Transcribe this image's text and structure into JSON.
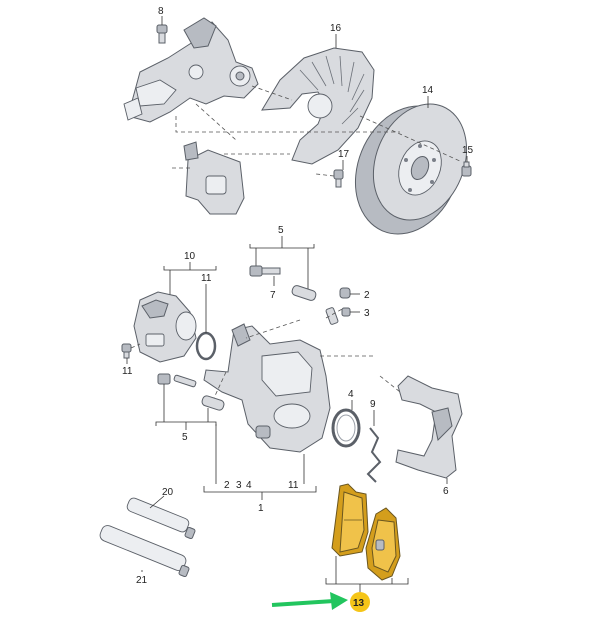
{
  "callouts": {
    "c1": "1",
    "c2": "2",
    "c2b": "2",
    "c3": "3",
    "c3b": "3",
    "c4": "4",
    "c4b": "4",
    "c5a": "5",
    "c5b": "5",
    "c6": "6",
    "c7": "7",
    "c8": "8",
    "c9": "9",
    "c10": "10",
    "c11a": "11",
    "c11b": "11",
    "c11c": "11",
    "c13": "13",
    "c14": "14",
    "c15": "15",
    "c16": "16",
    "c17": "17",
    "c20": "20",
    "c21": "21"
  },
  "colors": {
    "highlight_badge": "#f5c518",
    "arrow": "#22c55e",
    "pad": "#f0c24a"
  }
}
